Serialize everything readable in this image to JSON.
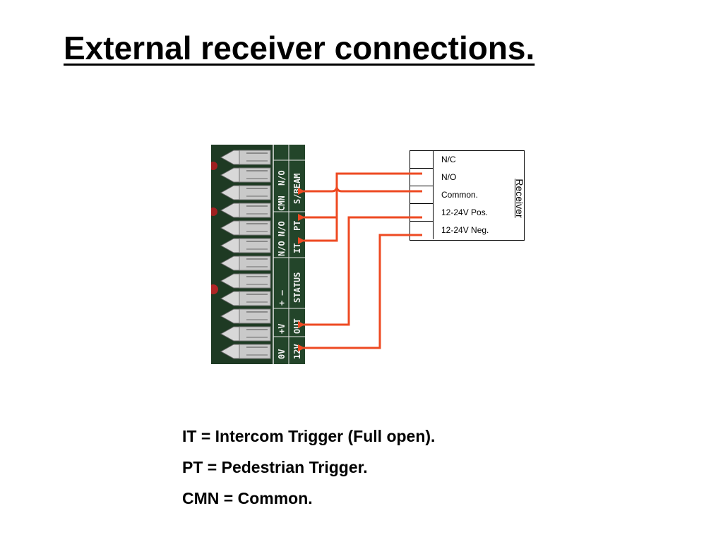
{
  "slide": {
    "title": "External receiver connections."
  },
  "board": {
    "label_groups": [
      {
        "top": "CMN",
        "bottom": "S/BEAM",
        "extra": "N/O"
      },
      {
        "top": "N/O",
        "bottom": "PT"
      },
      {
        "top": "N/O",
        "bottom": "IT"
      },
      {
        "top": "+  –",
        "bottom": "STATUS"
      },
      {
        "top": "+V",
        "bottom": "OUT"
      },
      {
        "top": "0V",
        "bottom": "12V"
      }
    ]
  },
  "receiver": {
    "title": "Receiver",
    "terminals": [
      "N/C",
      "N/O",
      "Common.",
      "12-24V Pos.",
      "12-24V Neg."
    ]
  },
  "legend": [
    "IT = Intercom Trigger (Full open).",
    "PT = Pedestrian Trigger.",
    "CMN = Common."
  ],
  "colors": {
    "wire": "#ee4a22",
    "board": "#1f3b24",
    "terminal": "#c9c9c9"
  }
}
